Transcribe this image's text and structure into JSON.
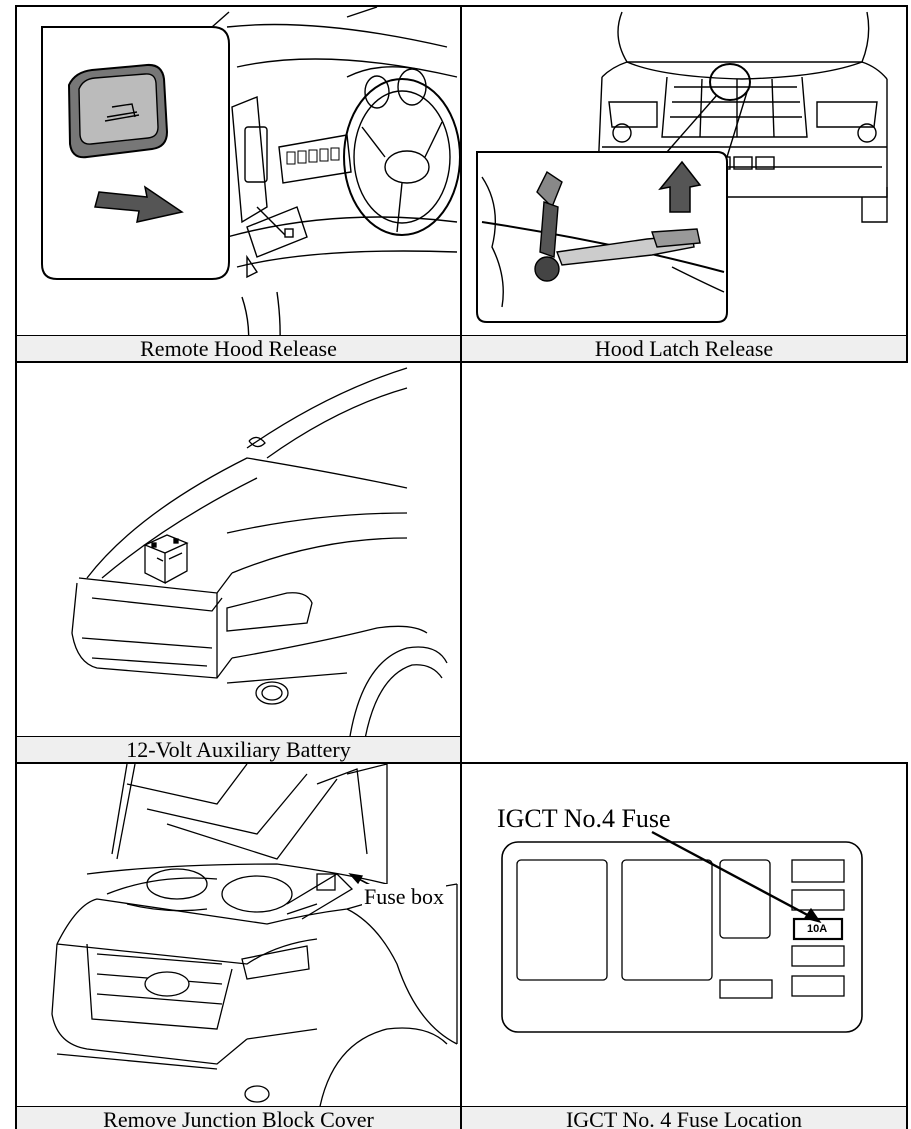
{
  "captions": {
    "remote_hood_release": "Remote Hood Release",
    "hood_latch_release": "Hood Latch Release",
    "aux_battery": "12-Volt Auxiliary Battery",
    "junction_block_cover": "Remove Junction Block Cover",
    "fuse_location": "IGCT No. 4 Fuse Location"
  },
  "labels": {
    "fuse_box": "Fuse box",
    "igct_fuse": "IGCT No.4 Fuse",
    "fuse_rating": "10A"
  }
}
